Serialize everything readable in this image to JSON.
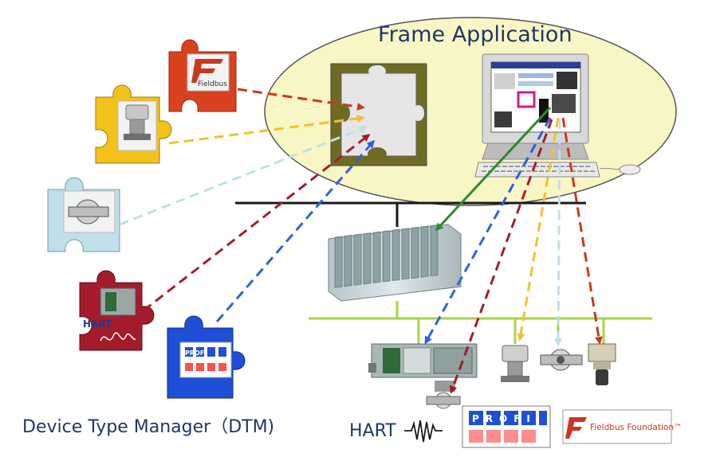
{
  "frame_application": {
    "title": "Frame Application"
  },
  "dtm": {
    "caption": "Device Type Manager（DTM)"
  },
  "bottom_logos": {
    "hart": "HART",
    "profi": "PROFI",
    "fieldbus": "Fieldbus Foundation™"
  },
  "puzzle_labels": {
    "fieldbus": "Fieldbus",
    "hart": "HART",
    "profi": "PROFI"
  },
  "colors": {
    "ellipse_fill": "#f8f6c4",
    "bus_green": "#a9d24a",
    "arrow_red": "#c8391e",
    "arrow_yellow": "#f2c12e",
    "arrow_lightblue": "#bfe0e8",
    "arrow_darkred": "#a41c2c",
    "arrow_blue": "#2f63d6",
    "arrow_green": "#2e8a2e",
    "label_navy": "#1f3864"
  }
}
